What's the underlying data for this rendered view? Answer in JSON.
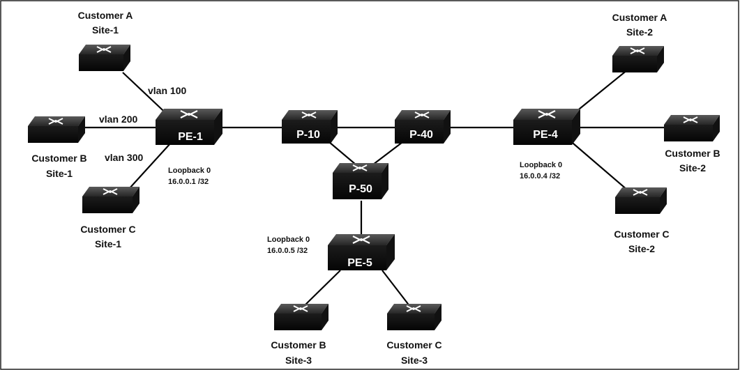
{
  "diagram": {
    "devices": {
      "pe1": {
        "label": "PE-1",
        "loopback_label": "Loopback 0",
        "loopback_addr": "16.0.0.1 /32"
      },
      "pe4": {
        "label": "PE-4",
        "loopback_label": "Loopback 0",
        "loopback_addr": "16.0.0.4 /32"
      },
      "pe5": {
        "label": "PE-5",
        "loopback_label": "Loopback 0",
        "loopback_addr": "16.0.0.5 /32"
      },
      "p10": {
        "label": "P-10"
      },
      "p40": {
        "label": "P-40"
      },
      "p50": {
        "label": "P-50"
      }
    },
    "customers": {
      "a1": {
        "line1": "Customer A",
        "line2": "Site-1"
      },
      "b1": {
        "line1": "Customer B",
        "line2": "Site-1"
      },
      "c1": {
        "line1": "Customer C",
        "line2": "Site-1"
      },
      "a2": {
        "line1": "Customer A",
        "line2": "Site-2"
      },
      "b2": {
        "line1": "Customer B",
        "line2": "Site-2"
      },
      "c2": {
        "line1": "Customer C",
        "line2": "Site-2"
      },
      "b3": {
        "line1": "Customer B",
        "line2": "Site-3"
      },
      "c3": {
        "line1": "Customer C",
        "line2": "Site-3"
      }
    },
    "vlans": {
      "a": "vlan 100",
      "b": "vlan 200",
      "c": "vlan 300"
    }
  }
}
